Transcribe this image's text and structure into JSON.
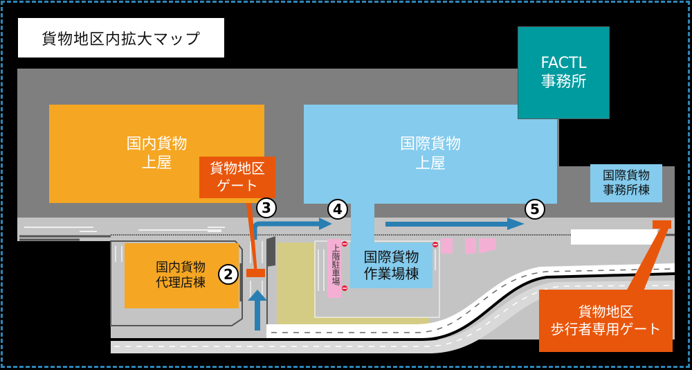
{
  "map": {
    "title": "貨物地区内拡大マップ",
    "colors": {
      "background": "#000000",
      "frame_border": "#2e86b8",
      "apron_gray": "#7f7f7f",
      "road_light_gray": "#c4c4c4",
      "domestic_orange": "#f5a623",
      "international_blue": "#84cbed",
      "factl_teal": "#009b9f",
      "gate_orange": "#e8560c",
      "route_arrow_blue": "#2a7fb2",
      "parking_pink": "#f4b0d4",
      "lot_khaki": "#d4cc84"
    },
    "buildings": {
      "domestic_cargo_terminal": {
        "line1": "国内貨物",
        "line2": "上屋"
      },
      "international_cargo_terminal": {
        "line1": "国際貨物",
        "line2": "上屋"
      },
      "domestic_agent_building": {
        "line1": "国内貨物",
        "line2": "代理店棟"
      },
      "international_work_building": {
        "line1": "国際貨物",
        "line2": "作業場棟"
      },
      "international_office_building": {
        "line1": "国際貨物",
        "line2": "事務所棟"
      },
      "parking_upper": {
        "label": "上階駐車場"
      }
    },
    "callouts": {
      "factl_office": {
        "line1": "FACTL",
        "line2": "事務所"
      },
      "cargo_gate": {
        "line1": "貨物地区",
        "line2": "ゲート"
      },
      "pedestrian_gate": {
        "line1": "貨物地区",
        "line2": "歩行者専用ゲート"
      }
    },
    "markers": [
      {
        "id": "2",
        "label": "2"
      },
      {
        "id": "3",
        "label": "3"
      },
      {
        "id": "4",
        "label": "4"
      },
      {
        "id": "5",
        "label": "5"
      }
    ]
  }
}
